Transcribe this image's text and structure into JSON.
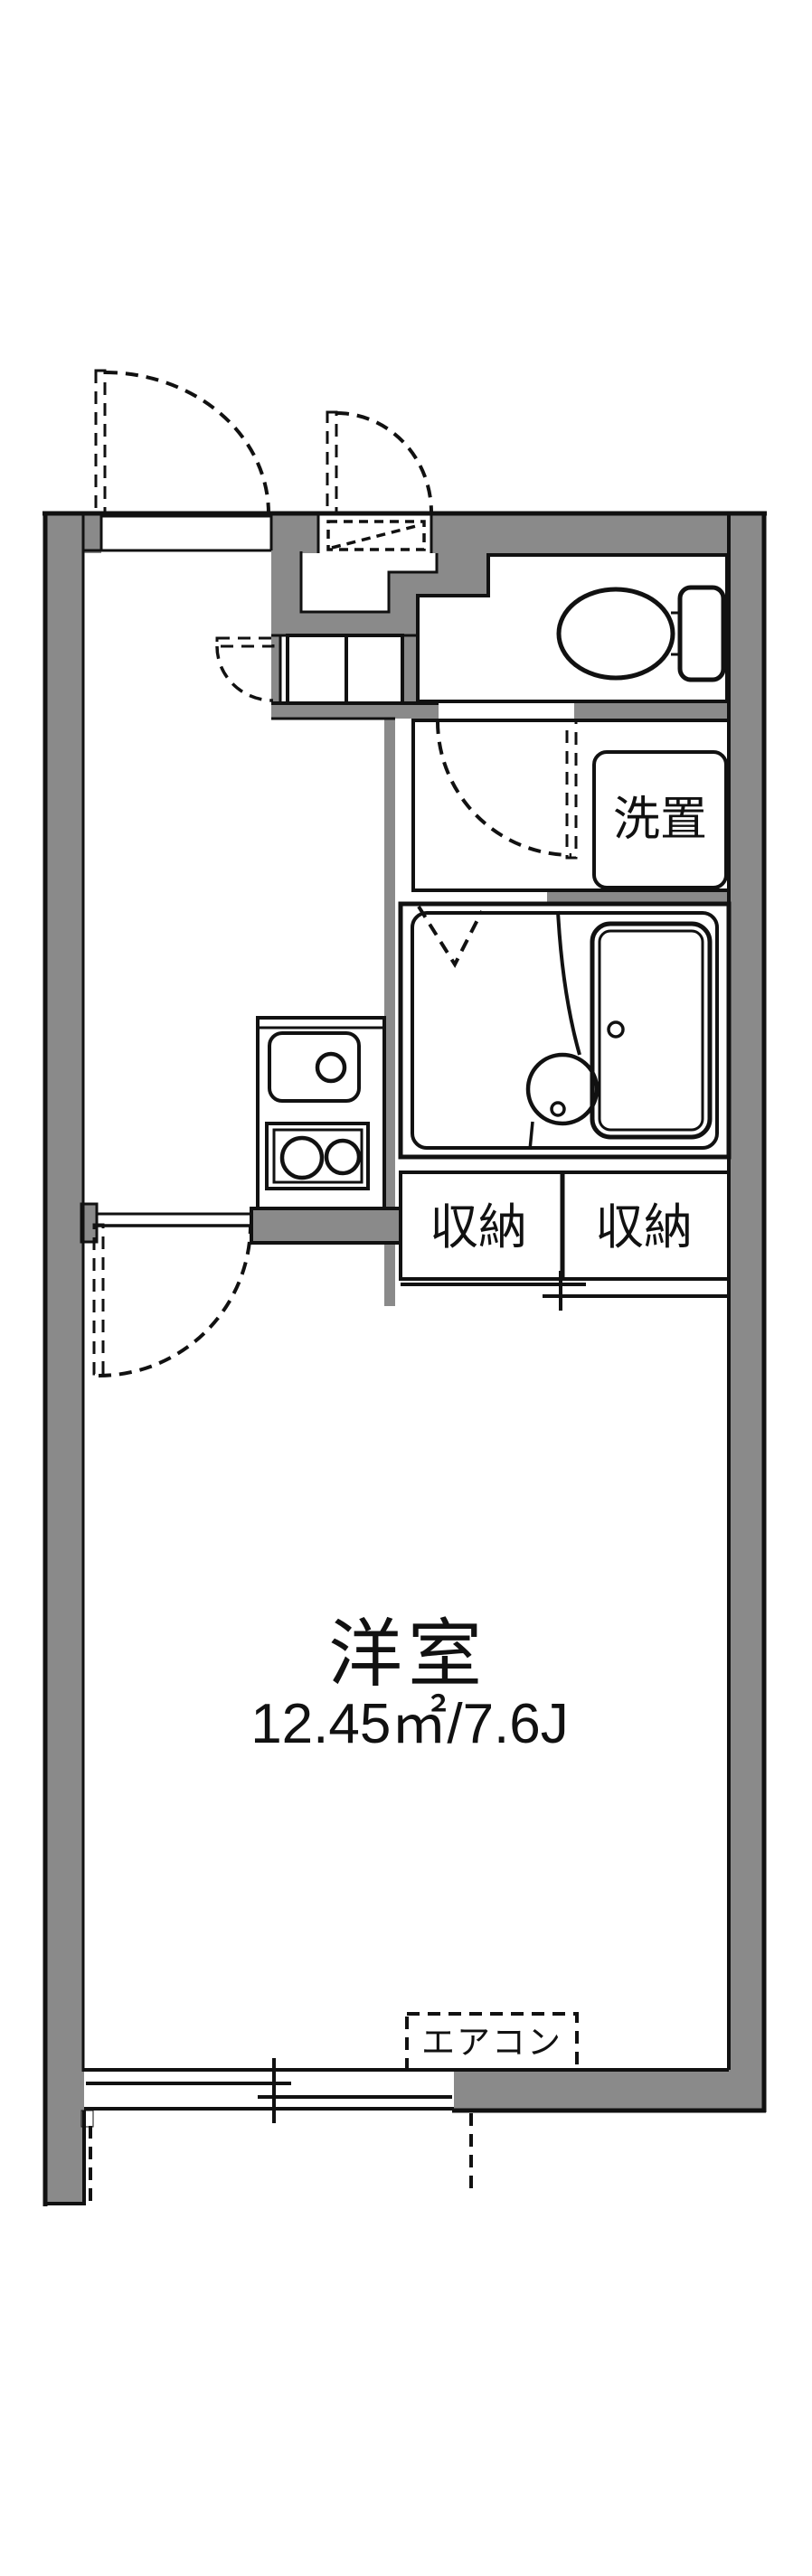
{
  "plan": {
    "main_room_label": "洋室",
    "main_room_area": "12.45㎡/7.6J",
    "storage_left_label": "収納",
    "storage_right_label": "収納",
    "laundry_label": "洗置",
    "aircon_label": "エアコン"
  },
  "colors": {
    "wall": "#8a8a8a",
    "line": "#111111",
    "wet-room": "#dfe9fa",
    "storage": "#fcf3dc",
    "paper": "#ffffff"
  }
}
